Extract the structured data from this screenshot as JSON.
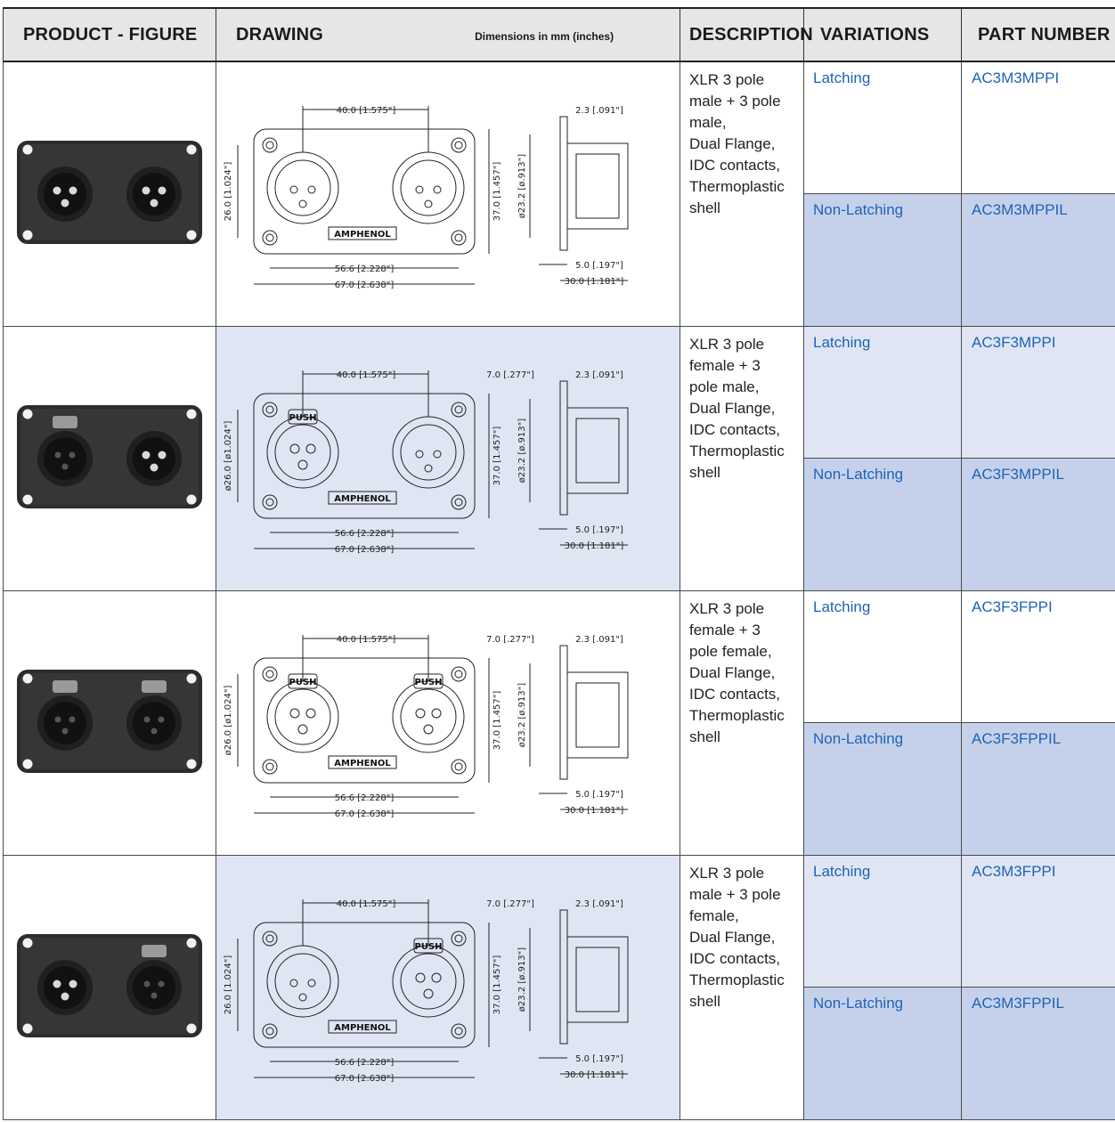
{
  "header": {
    "col_figure": "PRODUCT - FIGURE",
    "col_drawing": "DRAWING",
    "drawing_note": "Dimensions in mm (inches)",
    "col_description": "DESCRIPTION",
    "col_variations": "VARIATIONS",
    "col_part_number": "PART NUMBER"
  },
  "rows": [
    {
      "description": [
        "XLR 3 pole",
        "male + 3 pole",
        "male,",
        "Dual Flange,",
        "IDC contacts,",
        "Thermoplastic",
        "shell"
      ],
      "variants": [
        {
          "variation": "Latching",
          "part_number": "AC3M3MPPI"
        },
        {
          "variation": "Non-Latching",
          "part_number": "AC3M3MPPIL"
        }
      ],
      "drawing": {
        "dim_top": "40.0 [1.575\"]",
        "dim_flange": "2.3 [.091\"]",
        "dim_height": "26.0 [1.024\"]",
        "dim_panel_h": "37.0 [1.457\"]",
        "dim_dia": "ø23.2 [ø.913\"]",
        "dim_holes": "56.6 [2.228\"]",
        "dim_width": "67.0 [2.638\"]",
        "dim_depth1": "5.0 [.197\"]",
        "dim_depth2": "30.0 [1.181\"]",
        "brand": "AMPHENOL"
      }
    },
    {
      "description": [
        "XLR 3 pole",
        "female + 3",
        "pole male,",
        "Dual Flange,",
        "IDC contacts,",
        "Thermoplastic",
        "shell"
      ],
      "variants": [
        {
          "variation": "Latching",
          "part_number": "AC3F3MPPI"
        },
        {
          "variation": "Non-Latching",
          "part_number": "AC3F3MPPIL"
        }
      ],
      "drawing": {
        "dim_top": "40.0 [1.575\"]",
        "dim_latch": "7.0 [.277\"]",
        "dim_flange": "2.3 [.091\"]",
        "dim_height": "ø26.0 [ø1.024\"]",
        "dim_panel_h": "37.0 [1.457\"]",
        "dim_dia": "ø23.2 [ø.913\"]",
        "dim_holes": "56.6 [2.228\"]",
        "dim_width": "67.0 [2.638\"]",
        "dim_depth1": "5.0 [.197\"]",
        "dim_depth2": "30.0 [1.181\"]",
        "push": "PUSH",
        "brand": "AMPHENOL"
      }
    },
    {
      "description": [
        "XLR 3 pole",
        "female + 3",
        "pole female,",
        "Dual Flange,",
        "IDC contacts,",
        "Thermoplastic",
        "shell"
      ],
      "variants": [
        {
          "variation": "Latching",
          "part_number": "AC3F3FPPI"
        },
        {
          "variation": "Non-Latching",
          "part_number": "AC3F3FPPIL"
        }
      ],
      "drawing": {
        "dim_top": "40.0 [1.575\"]",
        "dim_latch": "7.0 [.277\"]",
        "dim_flange": "2.3 [.091\"]",
        "dim_height": "ø26.0 [ø1.024\"]",
        "dim_panel_h": "37.0 [1.457\"]",
        "dim_dia": "ø23.2 [ø.913\"]",
        "dim_holes": "56.6 [2.228\"]",
        "dim_width": "67.0 [2.638\"]",
        "dim_depth1": "5.0 [.197\"]",
        "dim_depth2": "30.0 [1.181\"]",
        "push": "PUSH",
        "brand": "AMPHENOL"
      }
    },
    {
      "description": [
        "XLR 3 pole",
        "male + 3 pole",
        "female,",
        "Dual Flange,",
        "IDC contacts,",
        "Thermoplastic",
        "shell"
      ],
      "variants": [
        {
          "variation": "Latching",
          "part_number": "AC3M3FPPI"
        },
        {
          "variation": "Non-Latching",
          "part_number": "AC3M3FPPIL"
        }
      ],
      "drawing": {
        "dim_top": "40.0 [1.575\"]",
        "dim_latch": "7.0 [.277\"]",
        "dim_flange": "2.3 [.091\"]",
        "dim_height": "26.0 [1.024\"]",
        "dim_panel_h": "37.0 [1.457\"]",
        "dim_dia": "ø23.2 [ø.913\"]",
        "dim_holes": "56.6 [2.228\"]",
        "dim_width": "67.0 [2.638\"]",
        "dim_depth1": "5.0 [.197\"]",
        "dim_depth2": "30.0 [1.181\"]",
        "push": "PUSH",
        "brand": "AMPHENOL"
      }
    }
  ],
  "colors": {
    "link_blue": "#1e64b6",
    "shade_light": "#dfe5f3",
    "shade_dark": "#c5d1ea",
    "header_gray": "#e6e6e6"
  }
}
